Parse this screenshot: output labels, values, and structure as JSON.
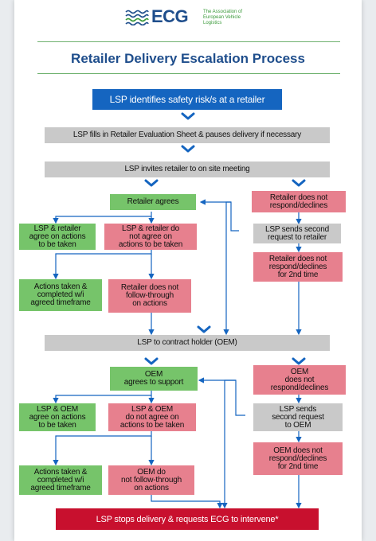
{
  "logo": {
    "name": "ECG",
    "tagline": "The Association of European Vehicle Logistics"
  },
  "title": "Retailer Delivery Escalation Process",
  "colors": {
    "blue": "#1565c0",
    "grey": "#c9c9c9",
    "green": "#76c46a",
    "pink": "#e7808e",
    "red": "#c8102e",
    "title": "#1f4e8c"
  },
  "steps": {
    "identify": "LSP identifies safety risk/s at a retailer",
    "fills": "LSP fills in Retailer Evaluation Sheet & pauses delivery if necessary",
    "invites": "LSP invites retailer to on site meeting",
    "retailer_agrees": "Retailer agrees",
    "retailer_declines": "Retailer does not\nrespond/declines",
    "lsp_retailer_agree": "LSP & retailer\nagree on actions\nto be taken",
    "lsp_retailer_not_agree": "LSP & retailer do\nnot agree on\nactions to be taken",
    "second_request_retailer": "LSP sends second\nrequest to retailer",
    "retailer_declines_2nd": "Retailer does not\nrespond/declines\nfor 2nd time",
    "actions_taken_1": "Actions taken &\ncompleted w/i\nagreed timeframe",
    "retailer_no_follow": "Retailer does not\nfollow-through\non actions",
    "contract_holder": "LSP to contract holder (OEM)",
    "oem_agrees": "OEM\nagrees to support",
    "oem_declines": "OEM\ndoes not\nrespond/declines",
    "lsp_oem_agree": "LSP & OEM\nagree on actions\nto be taken",
    "lsp_oem_not_agree": "LSP & OEM\ndo not agree on\nactions to be taken",
    "second_request_oem": "LSP sends\nsecond request\nto OEM",
    "oem_declines_2nd": "OEM does not\nrespond/declines\nfor 2nd time",
    "actions_taken_2": "Actions taken &\ncompleted w/i\nagreed timeframe",
    "oem_no_follow": "OEM do\nnot follow-through\non actions",
    "stop": "LSP stops delivery & requests ECG to intervene*"
  }
}
